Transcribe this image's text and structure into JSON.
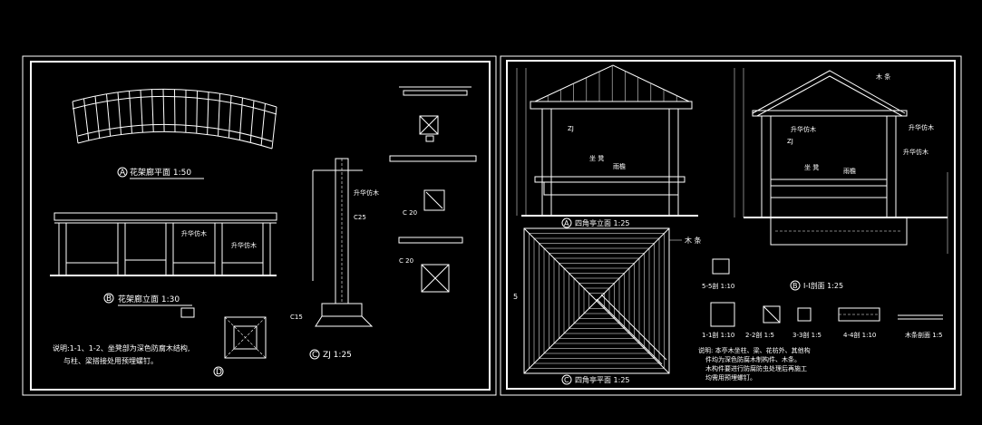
{
  "colors": {
    "background": "#000000",
    "linework": "#ffffff"
  },
  "left_sheet": {
    "plan_title": "花架廊平面 1:50",
    "plan_marker": "A",
    "elevation_title": "花架廊立面 1:30",
    "elevation_marker": "B",
    "elev_label_1": "升华仿木",
    "elev_label_2": "升华仿木",
    "column_detail_title": "ZJ 1:25",
    "column_detail_marker": "C",
    "column_label_1": "升华仿木",
    "column_label_2": "C25",
    "column_label_3": "C15",
    "footing_marker": "D",
    "small_label_1": "C 20",
    "small_label_2": "C 20",
    "note_line_1": "说明:1-1、1-2、坐凳部为深色防腐木结构,",
    "note_line_2": "与柱、梁搭接处用预埋螺钉。"
  },
  "right_sheet": {
    "elev_a_title": "四角亭立面 1:25",
    "elev_a_marker": "A",
    "plan_title": "四角亭平面 1:25",
    "plan_marker": "C",
    "section_title": "I-I剖面 1:25",
    "section_marker": "B",
    "label_wood_strip": "木 条",
    "label_wood_strip_2": "木 条",
    "label_fake_wood": "升华仿木",
    "label_fake_wood_2": "升华仿木",
    "label_fake_wood_3": "升华仿木",
    "label_bench": "坐 凳",
    "label_bench_2": "坐 凳",
    "label_eave": "雨檐",
    "label_eave_2": "雨檐",
    "label_zj": "ZJ",
    "label_zj_2": "ZJ",
    "detail_1": "1-1剖 1:10",
    "detail_2": "2-2剖 1:5",
    "detail_3": "3-3剖 1:5",
    "detail_4": "4-4剖 1:10",
    "detail_5": "木条剖面 1:5",
    "detail_6": "5-5剖 1:10",
    "note_line_1": "说明: 本亭木坐柱、梁、花枋外、其他构",
    "note_line_2": "件均为深色防腐木制构件、木条。",
    "note_line_3": "木构件要进行防腐防虫处理后再施工",
    "note_line_4": "均需用预埋螺钉。"
  }
}
